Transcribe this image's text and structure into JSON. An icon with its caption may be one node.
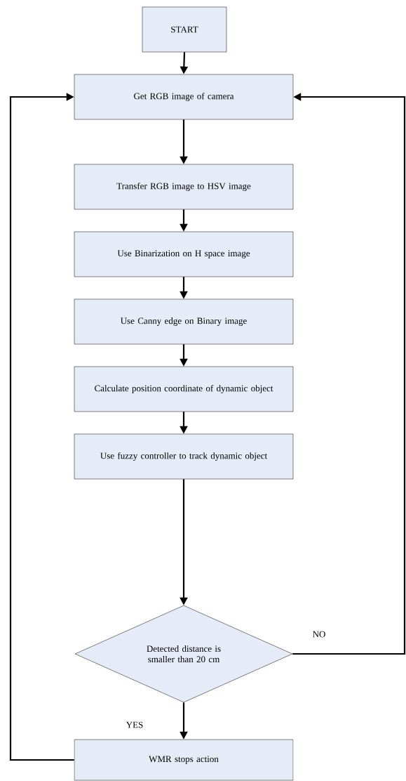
{
  "diagram": {
    "nodes": [
      {
        "text": [
          "START"
        ]
      },
      {
        "text": [
          "Get RGB image of camera"
        ]
      },
      {
        "text": [
          "Transfer RGB image to HSV image"
        ]
      },
      {
        "text": [
          "Use Binarization on H space image"
        ]
      },
      {
        "text": [
          "Use Canny edge on Binary image"
        ]
      },
      {
        "text": [
          "Calculate position coordinate of dynamic object"
        ]
      },
      {
        "text": [
          "Use fuzzy controller  to track dynamic object"
        ]
      },
      {
        "text": [
          "Detected distance is smaller than 20 cm"
        ]
      },
      {
        "text": [
          "WMR stops action"
        ]
      }
    ],
    "edges": [
      {
        "from": 0,
        "to": 1,
        "arrow": "to"
      },
      {
        "from": 1,
        "to": 2,
        "arrow": "to"
      },
      {
        "from": 2,
        "to": 3,
        "arrow": "to"
      },
      {
        "from": 3,
        "to": 4,
        "arrow": "to"
      },
      {
        "from": 4,
        "to": 5,
        "arrow": "to"
      },
      {
        "from": 5,
        "to": 6,
        "arrow": "to"
      },
      {
        "from": 6,
        "to": 7,
        "arrow": "to"
      },
      {
        "from": 7,
        "to": 8,
        "arrow": "to",
        "label": "YES"
      },
      {
        "from": 7,
        "to": 1,
        "arrow": "to",
        "label": "NO"
      },
      {
        "from": 8,
        "to": 1,
        "arrow": "to"
      }
    ]
  }
}
